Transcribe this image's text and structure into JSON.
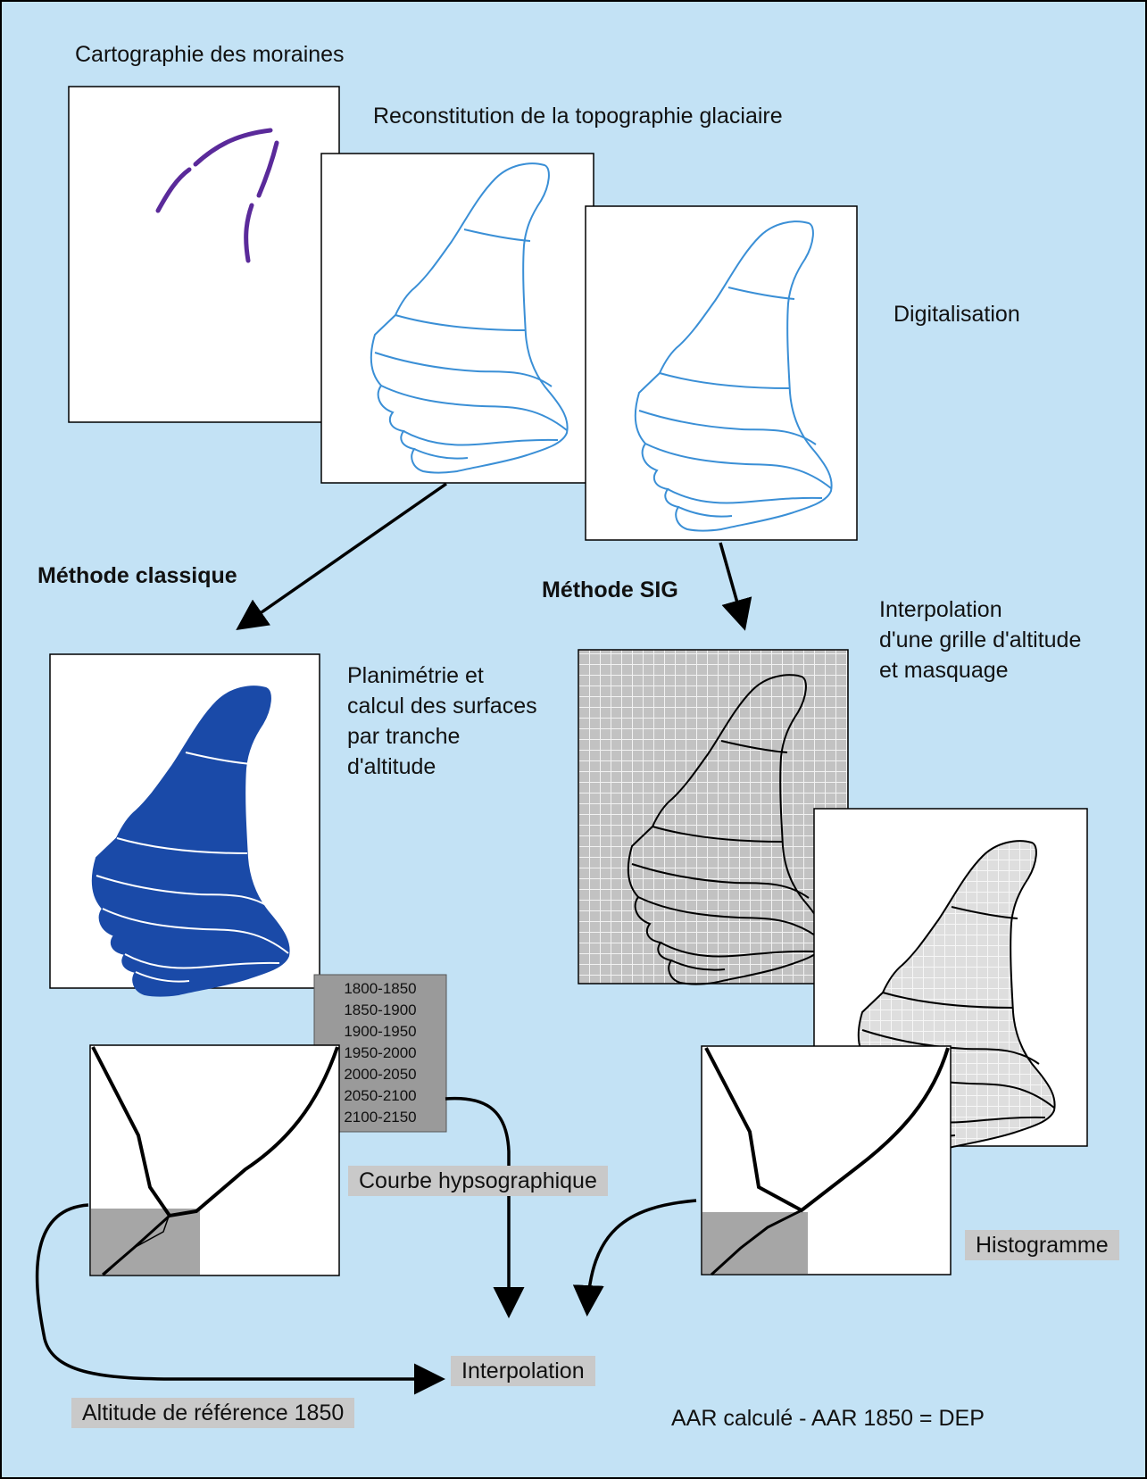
{
  "labels": {
    "moraines": "Cartographie des moraines",
    "reconstitution": "Reconstitution de la topographie glaciaire",
    "digitalisation": "Digitalisation",
    "classique": "Méthode classique",
    "sig": "Méthode SIG",
    "planimetrie": [
      "Planimétrie et",
      "calcul des surfaces",
      "par tranche",
      "d'altitude"
    ],
    "interp_grille": [
      "Interpolation",
      "d'une grille d'altitude",
      "et masquage"
    ],
    "courbe": "Courbe hypsographique",
    "histogramme": "Histogramme",
    "interpolation": "Interpolation",
    "reference": "Altitude de référence 1850",
    "formula": "AAR calculé - AAR 1850 = DEP"
  },
  "altitude_classes": [
    "1800-1850",
    "1850-1900",
    "1900-1950",
    "1950-2000",
    "2000-2050",
    "2050-2100",
    "2100-2150"
  ],
  "colors": {
    "background": "#c3e2f5",
    "moraine": "#5a2a9a",
    "outline_blue": "#3a8fd6",
    "glacier_fill": "#1a4aa8",
    "grid_gray": "#c2c2c2",
    "label_gray": "#c9c9c9"
  }
}
